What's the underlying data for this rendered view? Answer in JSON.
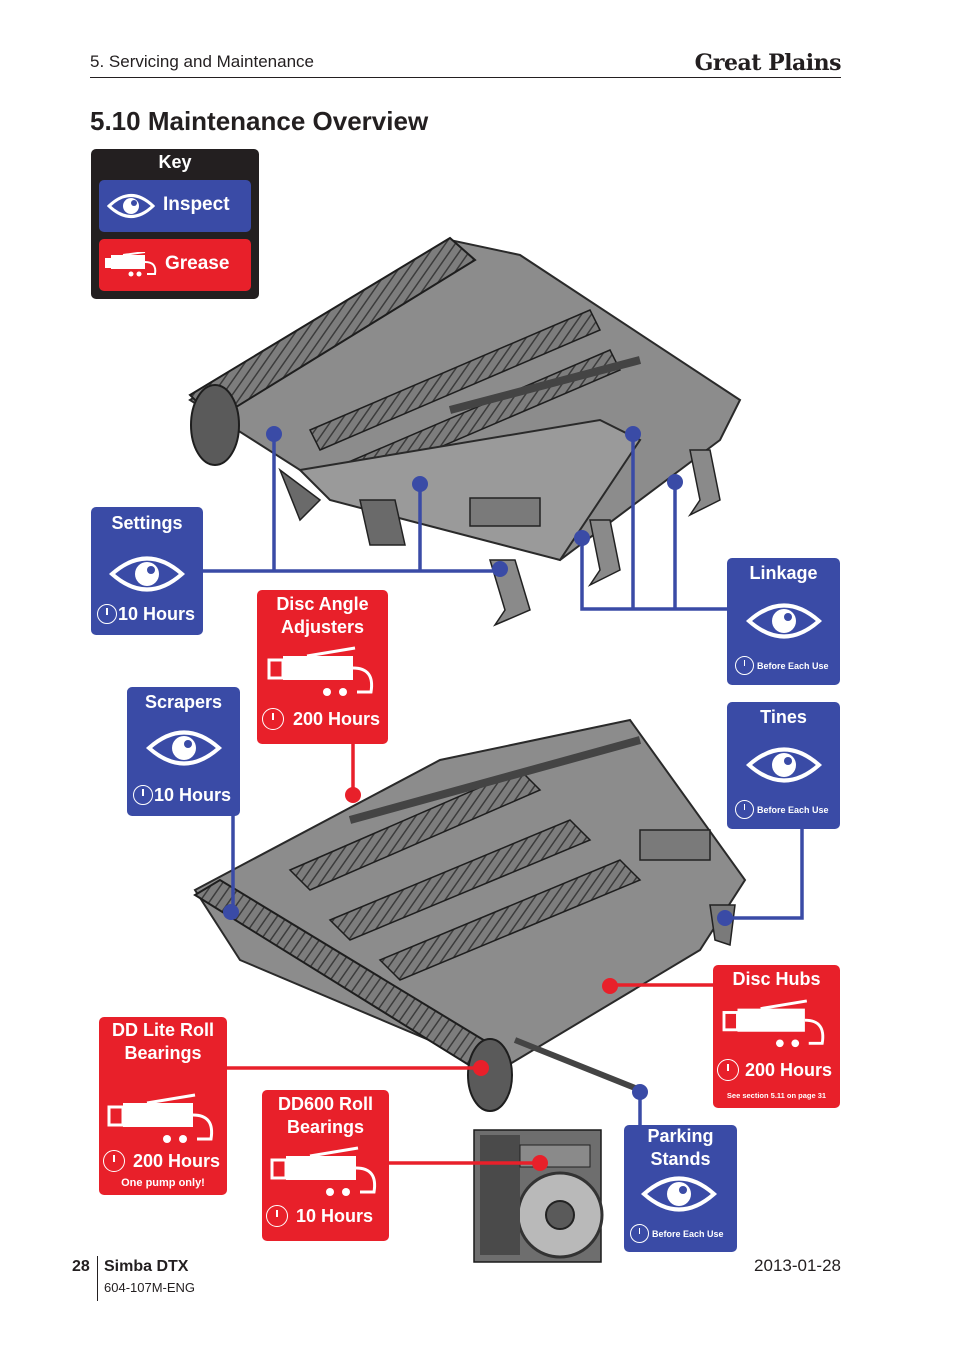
{
  "header": {
    "section": "5. Servicing and Maintenance",
    "brand": "Great Plains"
  },
  "title": "5.10  Maintenance Overview",
  "key": {
    "title": "Key",
    "inspect": "Inspect",
    "grease": "Grease"
  },
  "boxes": {
    "settings": {
      "title": "Settings",
      "interval": "10 Hours",
      "type": "inspect"
    },
    "disc_angle": {
      "title": "Disc Angle Adjusters",
      "interval": "200 Hours",
      "type": "grease"
    },
    "linkage": {
      "title": "Linkage",
      "interval": "Before Each Use",
      "type": "inspect"
    },
    "scrapers": {
      "title": "Scrapers",
      "interval": "10 Hours",
      "type": "inspect"
    },
    "tines": {
      "title": "Tines",
      "interval": "Before Each Use",
      "type": "inspect"
    },
    "disc_hubs": {
      "title": "Disc Hubs",
      "interval": "200 Hours",
      "note": "See section 5.11 on page 31",
      "type": "grease"
    },
    "dd_lite": {
      "title": "DD Lite Roll Bearings",
      "interval": "200 Hours",
      "note": "One pump only!",
      "type": "grease"
    },
    "dd600": {
      "title": "DD600 Roll Bearings",
      "interval": "10 Hours",
      "type": "grease"
    },
    "parking": {
      "title": "Parking Stands",
      "interval": "Before Each Use",
      "type": "inspect"
    }
  },
  "footer": {
    "page": "28",
    "model": "Simba DTX",
    "doc": "604-107M-ENG",
    "date": "2013-01-28"
  },
  "colors": {
    "inspect": "#3a4ba6",
    "grease": "#e8202a",
    "machine": "#8a8a8a",
    "dark": "#231f20"
  }
}
